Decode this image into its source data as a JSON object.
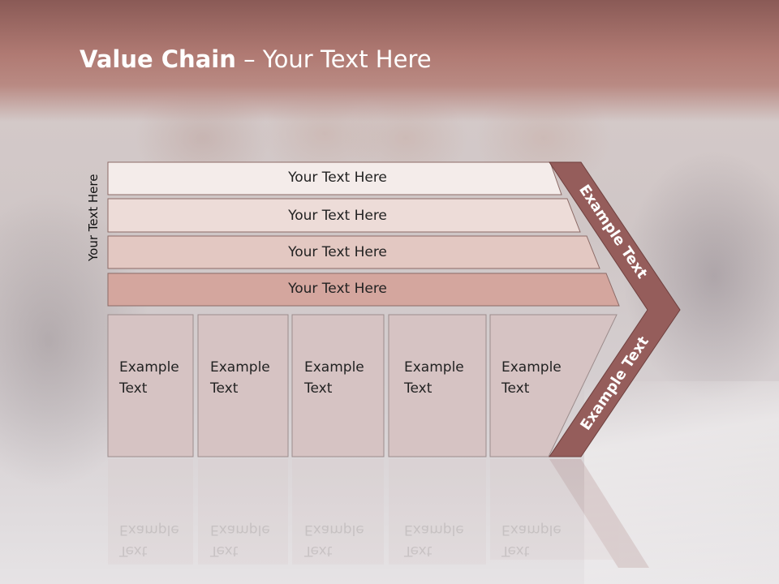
{
  "title": {
    "bold": "Value Chain",
    "rest": " – Your Text Here"
  },
  "side_label": "Your Text Here",
  "bars": [
    {
      "label": "Your Text Here",
      "color": "#f4ecea"
    },
    {
      "label": "Your Text Here",
      "color": "#eddcd8"
    },
    {
      "label": "Your Text Here",
      "color": "#e3c8c2"
    },
    {
      "label": "Your Text Here",
      "color": "#d4a69e"
    }
  ],
  "columns": [
    {
      "line1": "Example",
      "line2": "Text"
    },
    {
      "line1": "Example",
      "line2": "Text"
    },
    {
      "line1": "Example",
      "line2": "Text"
    },
    {
      "line1": "Example",
      "line2": "Text"
    },
    {
      "line1": "Example",
      "line2": "Text"
    }
  ],
  "chevron": {
    "upper_label": "Example Text",
    "lower_label": "Example Text",
    "color": "#955d5b"
  },
  "colors": {
    "header": "#a86f69",
    "column_fill": "#d6c3c3",
    "column_border": "#9c8c8c"
  }
}
